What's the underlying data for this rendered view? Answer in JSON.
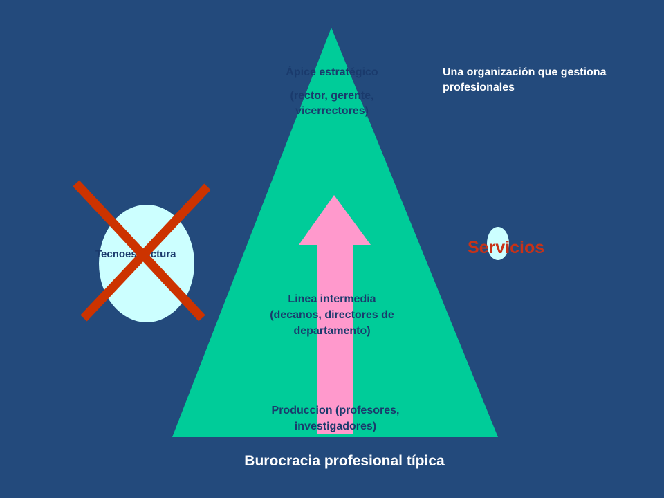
{
  "diagram": {
    "apex_title": "Ápice estratégico",
    "apex_detail": "(rector, gerente, vicerrectores)",
    "org_label": "Una organización que gestiona profesionales",
    "middle_line": "Linea intermedia (decanos, directores de departamento)",
    "production": "Produccion (profesores, investigadores)",
    "footer_title": "Burocracia profesional típica",
    "services_label": "Servicios",
    "technostructure_label": "Tecnoestructura"
  },
  "colors": {
    "background": "#234a7c",
    "pyramid": "#00cc99",
    "arrow": "#ff99cc",
    "ellipse": "#ccffff",
    "cross": "#cc3300",
    "services_text": "#c83218"
  }
}
